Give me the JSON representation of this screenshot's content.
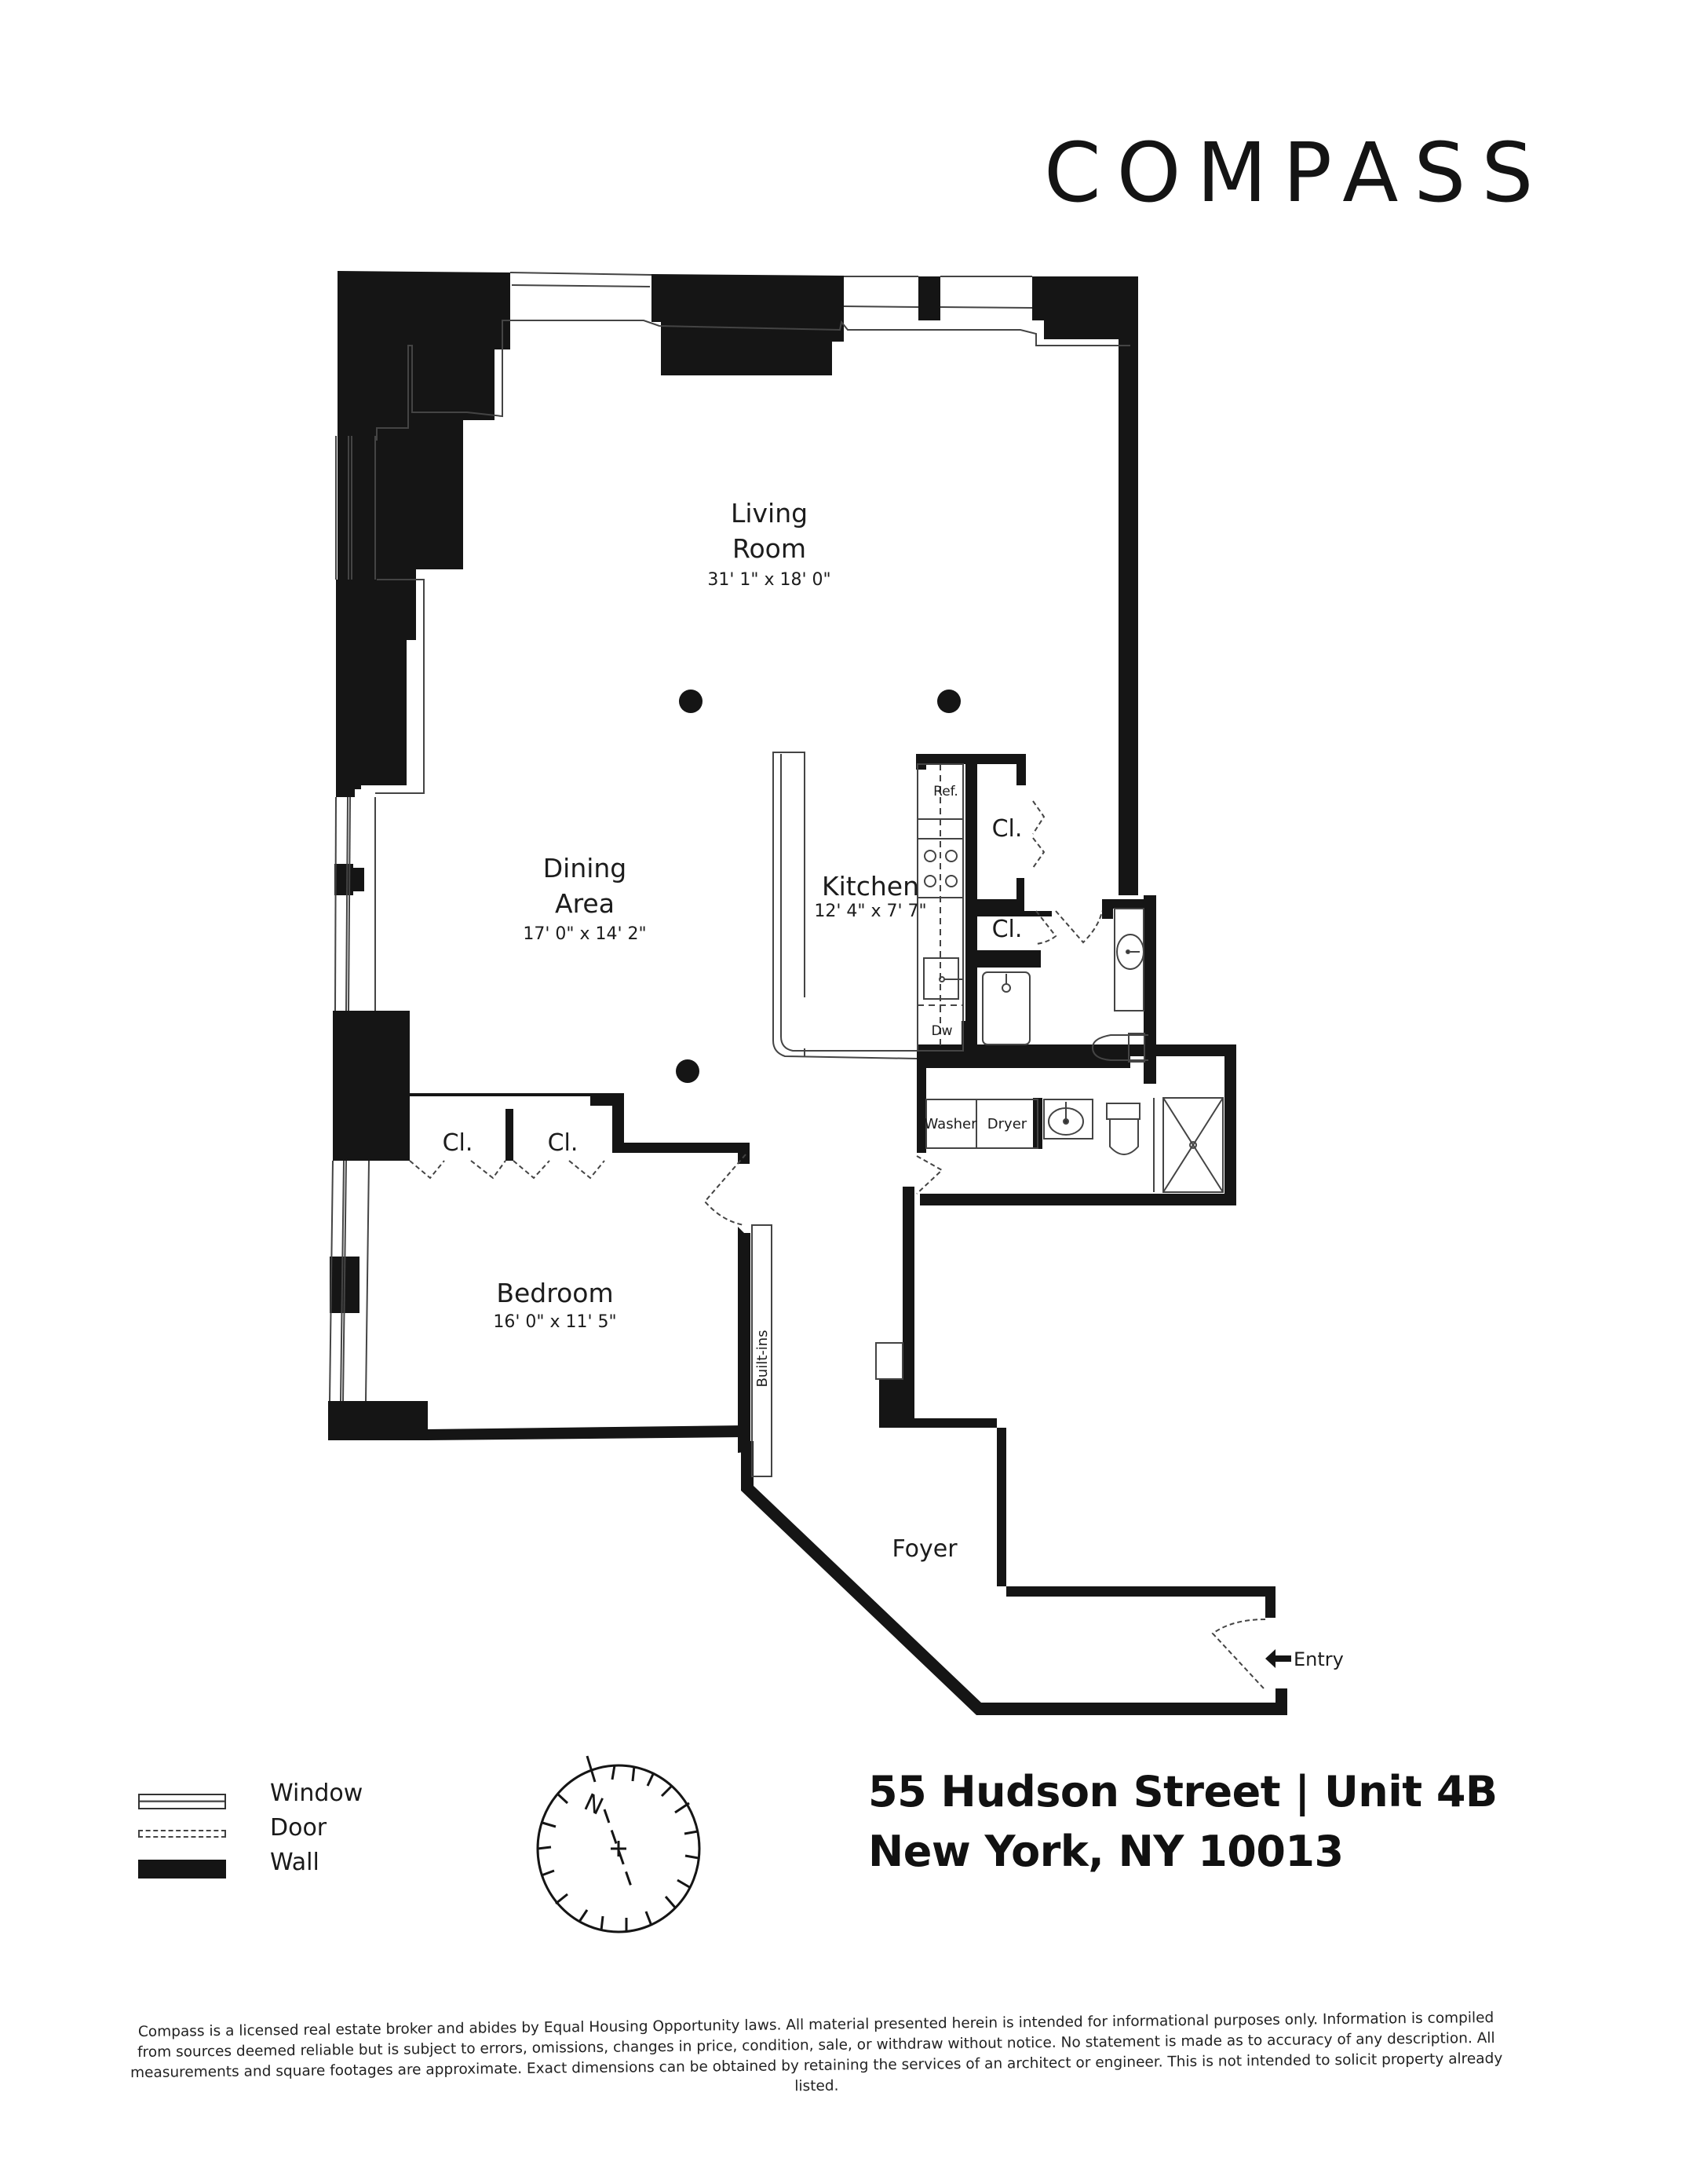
{
  "brand": {
    "logo_text": "COMPASS"
  },
  "floorplan": {
    "rooms": [
      {
        "name": "Living Room",
        "line1": "Living",
        "line2": "Room",
        "dimensions": "31' 1\" x 18' 0\""
      },
      {
        "name": "Dining Area",
        "line1": "Dining",
        "line2": "Area",
        "dimensions": "17' 0\" x 14' 2\""
      },
      {
        "name": "Kitchen",
        "line1": "Kitchen",
        "dimensions": "12' 4\" x 7' 7\""
      },
      {
        "name": "Bedroom",
        "line1": "Bedroom",
        "dimensions": "16' 0\" x 11' 5\""
      },
      {
        "name": "Foyer",
        "line1": "Foyer"
      }
    ],
    "fixtures": {
      "closet": "Cl.",
      "refrigerator": "Ref.",
      "dishwasher": "Dw",
      "washer": "Washer",
      "dryer": "Dryer",
      "built_ins": "Built-ins",
      "entry": "Entry"
    }
  },
  "legend": [
    {
      "symbol": "window",
      "label": "Window"
    },
    {
      "symbol": "door",
      "label": "Door"
    },
    {
      "symbol": "wall",
      "label": "Wall"
    }
  ],
  "compass_rose": {
    "north_label": "N"
  },
  "address": {
    "line1": "55 Hudson Street | Unit 4B",
    "line2": "New York, NY 10013"
  },
  "disclaimer": {
    "line1": "Compass is a licensed real estate broker and abides by Equal Housing Opportunity laws. All material presented herein is intended for informational purposes only. Information is compiled",
    "line2": "from sources deemed reliable but is subject to errors, omissions, changes in price, condition, sale, or withdraw without notice. No statement is made as to accuracy of any description. All",
    "line3": "measurements and square footages are approximate. Exact dimensions can be obtained by retaining the services of an architect or engineer. This is not intended to solicit property already listed."
  },
  "colors": {
    "wall": "#151515",
    "line": "#333333",
    "background": "#ffffff"
  }
}
